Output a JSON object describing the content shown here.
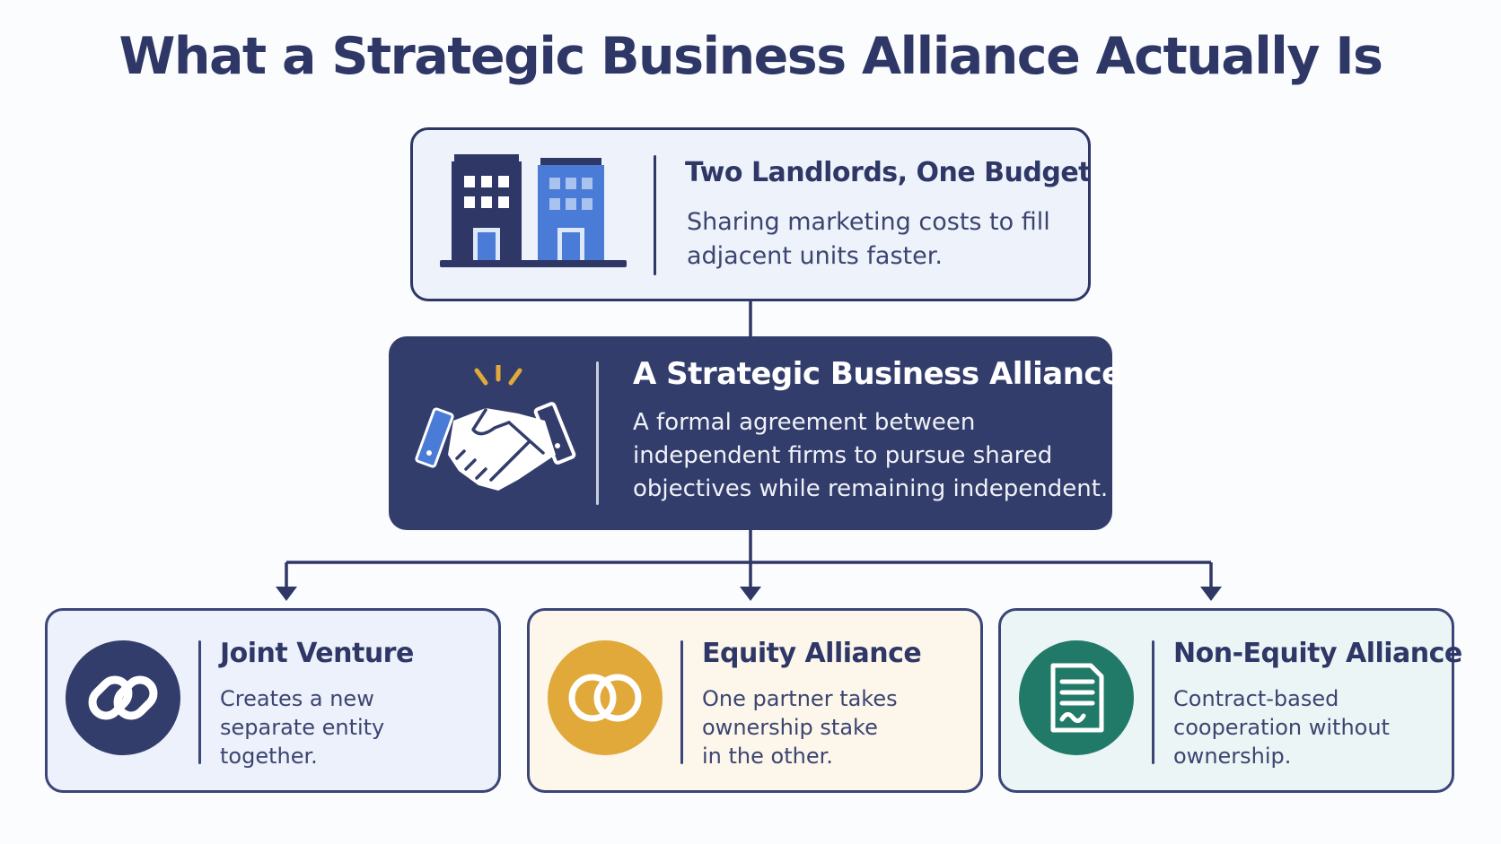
{
  "title": "What a Strategic Business Alliance Actually Is",
  "top_box": {
    "heading": "Two Landlords, One Budget",
    "lines": [
      "Sharing marketing costs to fill",
      "adjacent units faster."
    ],
    "icon": "buildings-icon"
  },
  "center_box": {
    "heading": "A Strategic Business Alliance",
    "lines": [
      "A formal agreement between",
      "independent firms to pursue shared",
      "objectives while remaining independent."
    ],
    "icon": "handshake-icon"
  },
  "types": [
    {
      "heading": "Joint Venture",
      "lines": [
        "Creates a new",
        "separate entity",
        "together."
      ],
      "icon": "chain-link-icon",
      "color": "#333d6c"
    },
    {
      "heading": "Equity Alliance",
      "lines": [
        "One partner takes",
        "ownership stake",
        "in the other."
      ],
      "icon": "interlocking-rings-icon",
      "color": "#e0a93a"
    },
    {
      "heading": "Non-Equity Alliance",
      "lines": [
        "Contract-based",
        "cooperation without",
        "ownership."
      ],
      "icon": "contract-document-icon",
      "color": "#217a68"
    }
  ],
  "colors": {
    "navy": "#2e3766",
    "accent_blue": "#4a7bd6",
    "gold": "#e0a93a",
    "teal": "#217a68"
  }
}
